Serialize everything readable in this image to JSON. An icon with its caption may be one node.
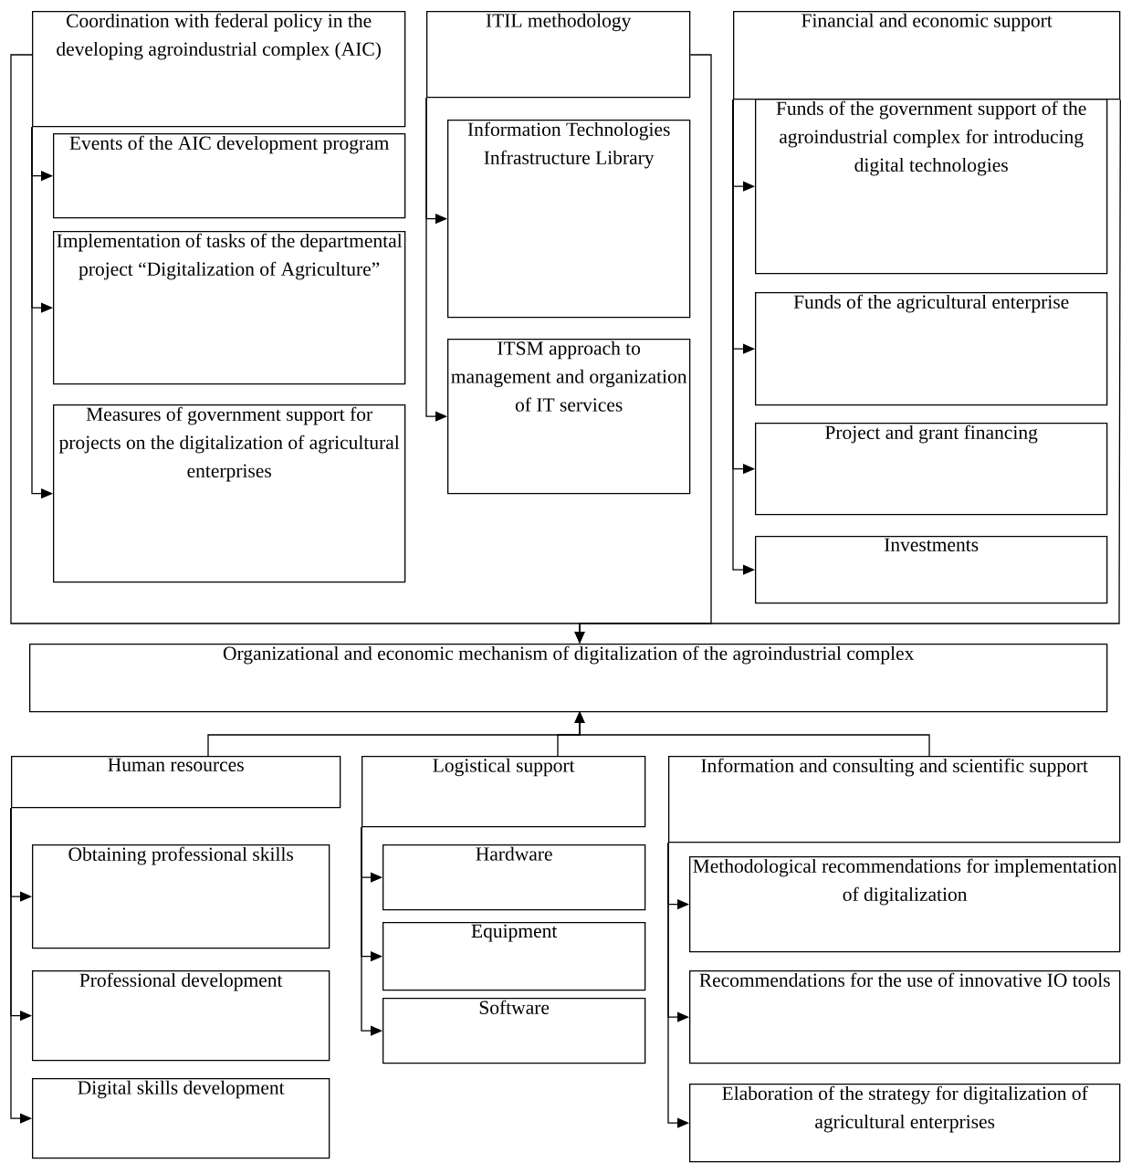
{
  "diagram": {
    "nodes": [
      {
        "text": [
          "Coordination with federal policy in the developing agroindustrial complex (AIC)"
        ]
      },
      {
        "text": [
          "Events of the AIC development program"
        ]
      },
      {
        "text": [
          "Implementation of tasks of the departmental project “Digitalization of Agriculture”"
        ]
      },
      {
        "text": [
          "Measures of government support for projects on the digitalization of agricultural enterprises"
        ]
      },
      {
        "text": [
          "ITIL methodology"
        ]
      },
      {
        "text": [
          "Information Technologies Infrastructure Library"
        ]
      },
      {
        "text": [
          "ITSM approach to management and organization of IT services"
        ]
      },
      {
        "text": [
          "Financial and economic support"
        ]
      },
      {
        "text": [
          "Funds of the government support of the agroindustrial complex for introducing digital technologies"
        ]
      },
      {
        "text": [
          "Funds of the agricultural enterprise"
        ]
      },
      {
        "text": [
          "Project and grant financing"
        ]
      },
      {
        "text": [
          "Investments"
        ]
      },
      {
        "text": [
          "Organizational and economic mechanism of digitalization of the agroindustrial complex"
        ]
      },
      {
        "text": [
          "Human resources"
        ]
      },
      {
        "text": [
          "Obtaining professional skills"
        ]
      },
      {
        "text": [
          "Professional development"
        ]
      },
      {
        "text": [
          "Digital skills development"
        ]
      },
      {
        "text": [
          "Logistical support"
        ]
      },
      {
        "text": [
          "Hardware"
        ]
      },
      {
        "text": [
          "Equipment"
        ]
      },
      {
        "text": [
          "Software"
        ]
      },
      {
        "text": [
          "Information and consulting and scientific support"
        ]
      },
      {
        "text": [
          "Methodological recommendations for implementation of digitalization"
        ]
      },
      {
        "text": [
          "Recommendations for the use of innovative IO tools"
        ]
      },
      {
        "text": [
          "Elaboration of the strategy for digitalization of agricultural enterprises"
        ]
      }
    ],
    "edges": [
      {
        "from": 0,
        "to": 1,
        "arrow": "to"
      },
      {
        "from": 0,
        "to": 2,
        "arrow": "to"
      },
      {
        "from": 0,
        "to": 3,
        "arrow": "to"
      },
      {
        "from": 4,
        "to": 5,
        "arrow": "to"
      },
      {
        "from": 4,
        "to": 6,
        "arrow": "to"
      },
      {
        "from": 7,
        "to": 8,
        "arrow": "to"
      },
      {
        "from": 7,
        "to": 9,
        "arrow": "to"
      },
      {
        "from": 7,
        "to": 10,
        "arrow": "to"
      },
      {
        "from": 7,
        "to": 11,
        "arrow": "to"
      },
      {
        "from": 0,
        "to": 12,
        "arrow": "to"
      },
      {
        "from": 4,
        "to": 12,
        "arrow": "to"
      },
      {
        "from": 7,
        "to": 12,
        "arrow": "to"
      },
      {
        "from": 13,
        "to": 12,
        "arrow": "to"
      },
      {
        "from": 17,
        "to": 12,
        "arrow": "to"
      },
      {
        "from": 21,
        "to": 12,
        "arrow": "to"
      },
      {
        "from": 13,
        "to": 14,
        "arrow": "to"
      },
      {
        "from": 13,
        "to": 15,
        "arrow": "to"
      },
      {
        "from": 13,
        "to": 16,
        "arrow": "to"
      },
      {
        "from": 17,
        "to": 18,
        "arrow": "to"
      },
      {
        "from": 17,
        "to": 19,
        "arrow": "to"
      },
      {
        "from": 17,
        "to": 20,
        "arrow": "to"
      },
      {
        "from": 21,
        "to": 22,
        "arrow": "to"
      },
      {
        "from": 21,
        "to": 23,
        "arrow": "to"
      },
      {
        "from": 21,
        "to": 24,
        "arrow": "to"
      }
    ]
  }
}
